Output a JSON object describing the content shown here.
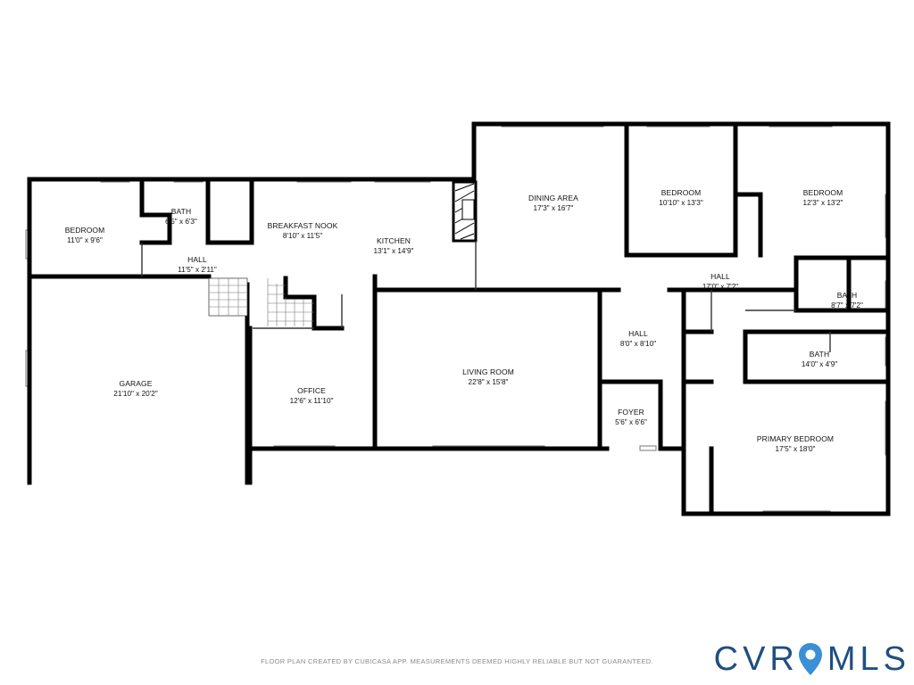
{
  "rooms": [
    {
      "name": "BEDROOM",
      "dims": "11'0\" x 9'6\""
    },
    {
      "name": "BATH",
      "dims": "6'5\" x 6'3\""
    },
    {
      "name": "HALL",
      "dims": "11'5\" x 2'11\""
    },
    {
      "name": "BREAKFAST NOOK",
      "dims": "8'10\" x 11'5\""
    },
    {
      "name": "KITCHEN",
      "dims": "13'1\" x 14'9\""
    },
    {
      "name": "DINING AREA",
      "dims": "17'3\" x 16'7\""
    },
    {
      "name": "BEDROOM",
      "dims": "10'10\" x 13'3\""
    },
    {
      "name": "BEDROOM",
      "dims": "12'3\" x 13'2\""
    },
    {
      "name": "HALL",
      "dims": "17'0\" x 7'2\""
    },
    {
      "name": "BATH",
      "dims": "8'7\" x 7'2\""
    },
    {
      "name": "BATH",
      "dims": "14'0\" x 4'9\""
    },
    {
      "name": "HALL",
      "dims": "8'0\" x 8'10\""
    },
    {
      "name": "GARAGE",
      "dims": "21'10\" x 20'2\""
    },
    {
      "name": "OFFICE",
      "dims": "12'6\" x 11'10\""
    },
    {
      "name": "LIVING ROOM",
      "dims": "22'8\" x 15'8\""
    },
    {
      "name": "FOYER",
      "dims": "5'6\" x 6'6\""
    },
    {
      "name": "PRIMARY BEDROOM",
      "dims": "17'5\" x 18'0\""
    }
  ],
  "footer": {
    "note": "FLOOR PLAN CREATED BY CUBICASA APP. MEASUREMENTS DEEMED HIGHLY RELIABLE BUT NOT GUARANTEED.",
    "logo_left": "CVR",
    "logo_right": "MLS",
    "logo_color": "#1f4f7f"
  }
}
